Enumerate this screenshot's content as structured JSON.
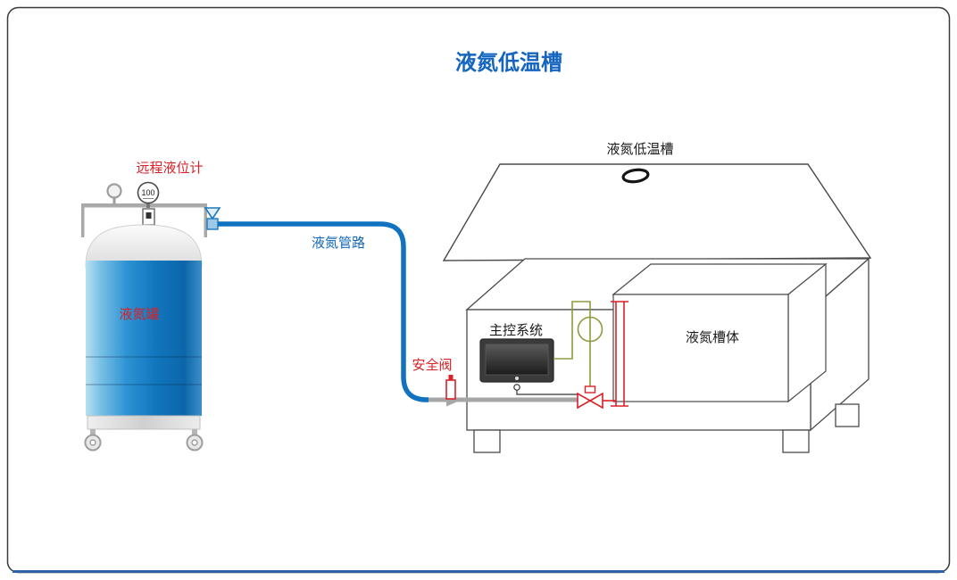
{
  "title": "液氮低温槽",
  "colors": {
    "title": "#1565c0",
    "red_label": "#d92027",
    "blue_label": "#1467b8",
    "dark_label": "#1a1a1a",
    "pipe_blue": "#1173c0"
  },
  "tank": {
    "gauge_label": "远程液位计",
    "gauge_value": "100",
    "label": "液氮罐"
  },
  "pipeline": {
    "label": "液氮管路"
  },
  "safety_valve": {
    "label": "安全阀"
  },
  "cryobath": {
    "label": "液氮低温槽",
    "control_system_label": "主控系统",
    "tank_body_label": "液氮槽体"
  }
}
